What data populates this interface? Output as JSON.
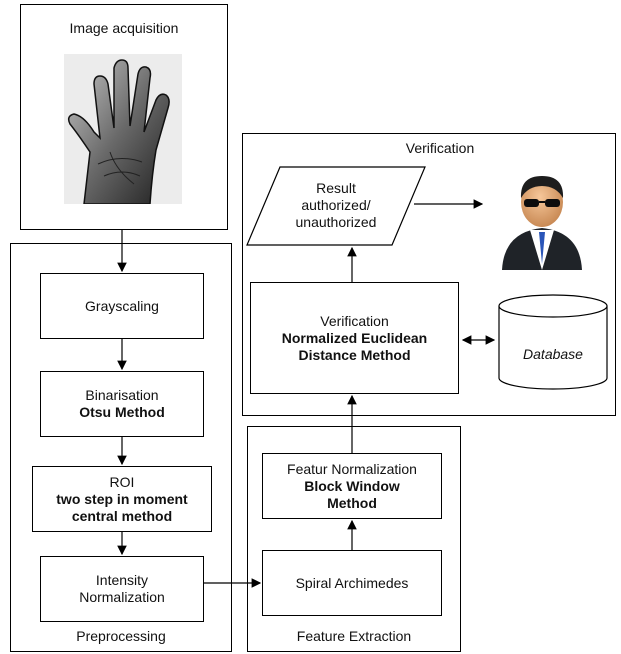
{
  "image_acquisition": {
    "title": "Image acquisition"
  },
  "preprocessing": {
    "title": "Preprocessing",
    "grayscaling": "Grayscaling",
    "binarisation": {
      "line1": "Binarisation",
      "line2": "Otsu Method"
    },
    "roi": {
      "line1": "ROI",
      "line2": "two step in moment",
      "line3": "central method"
    },
    "intensity": {
      "line1": "Intensity",
      "line2": "Normalization"
    }
  },
  "feature_extraction": {
    "title": "Feature Extraction",
    "spiral": "Spiral Archimedes",
    "normalization": {
      "line1": "Featur Normalization",
      "line2": "Block Window",
      "line3": "Method"
    }
  },
  "verification": {
    "title": "Verification",
    "result": {
      "line1": "Result",
      "line2": "authorized/",
      "line3": "unauthorized"
    },
    "method": {
      "line1": "Verification",
      "line2": "Normalized Euclidean",
      "line3": "Distance Method"
    },
    "database": "Database"
  }
}
